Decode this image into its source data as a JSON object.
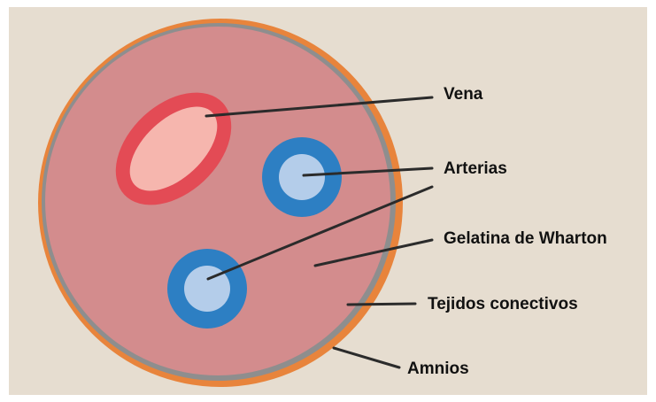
{
  "labels": {
    "vena": "Vena",
    "arterias": "Arterias",
    "gelatina": "Gelatina de Wharton",
    "tejidos": "Tejidos conectivos",
    "amnios": "Amnios"
  },
  "colors": {
    "background": "#e6ddd0",
    "amnios_orange": "#e8843c",
    "connective_gray": "#8e8e8e",
    "wharton_pink": "#d38c8d",
    "vein_red": "#e34b55",
    "vein_lumen": "#f6b6ae",
    "artery_blue": "#2d7fc3",
    "artery_lumen": "#b4cdea",
    "leader_line": "#2b2b2b"
  }
}
